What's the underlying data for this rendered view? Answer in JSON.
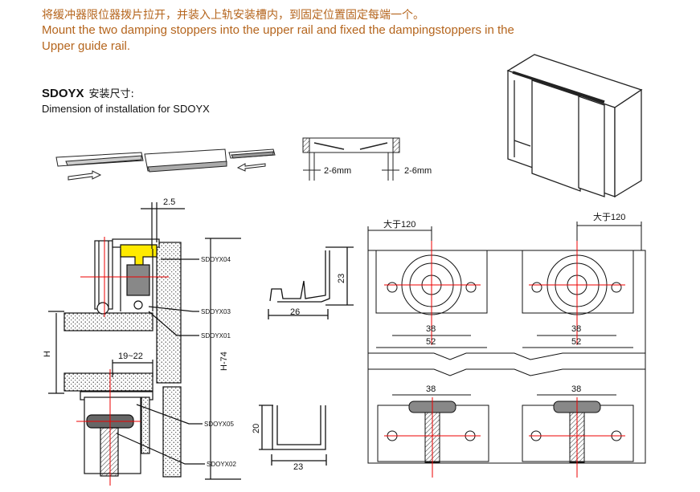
{
  "header": {
    "instruction_cn": "将缓冲器限位器拨片拉开，并装入上轨安装槽内，到固定位置固定每端一个。",
    "instruction_en": "Mount the two damping stoppers into the upper rail and fixed the dampingstoppers in the Upper guide rail."
  },
  "section": {
    "model": "SDOYX",
    "model_cn": "安装尺寸:",
    "subtitle": "Dimension of installation for SDOYX"
  },
  "stopper_gaps": {
    "left": "2-6mm",
    "right": "2-6mm"
  },
  "cross_section": {
    "gap": "2.5",
    "height_label": "H",
    "total_height": "H-74",
    "width_range": "19~22",
    "parts": [
      "SDOYX04",
      "SDOYX03",
      "SDOYX01",
      "SDOYX05",
      "SDOYX02"
    ]
  },
  "upper_profile": {
    "width": "26",
    "height": "23"
  },
  "lower_profile": {
    "width": "23",
    "height": "20"
  },
  "plan_view": {
    "offset_left": "大于120",
    "offset_right": "大于120",
    "wheel_inner": "38",
    "wheel_outer": "52",
    "guide_width": "38"
  }
}
